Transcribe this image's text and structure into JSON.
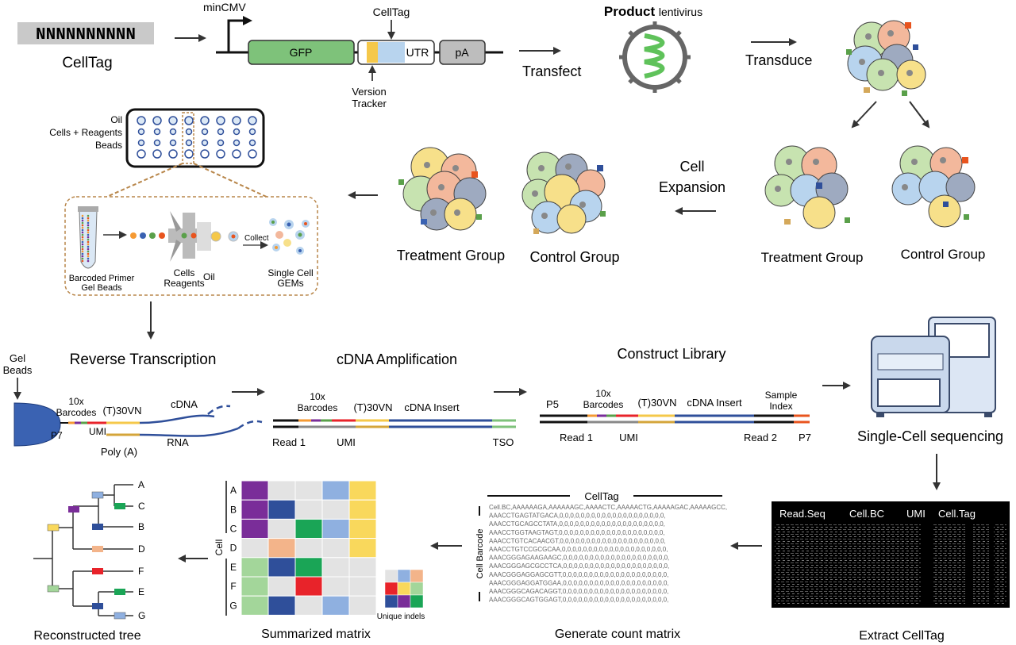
{
  "colors": {
    "gfp_green": "#7ec27a",
    "version_yellow": "#f5c84a",
    "celltag_blue": "#b8d4ee",
    "pa_gray": "#bdbdbd",
    "dashed_brown": "#b8864a",
    "bead_blue": "#3a62b2",
    "cell_blue": "#b8d4ee",
    "cell_orange": "#f3b89c",
    "cell_yellow": "#f7e08a",
    "cell_green": "#c7e3b0",
    "cell_gray": "#9eaac0",
    "matrix_purple": "#7a2d99",
    "matrix_navy": "#2f4f9a",
    "matrix_green": "#1aa556",
    "matrix_red": "#e8232a",
    "matrix_yellow": "#f9d85c",
    "matrix_lightblue": "#8fb0e0",
    "matrix_orange": "#f3b48a",
    "matrix_lightgreen": "#a3d69a",
    "matrix_empty": "#e3e3e3"
  },
  "celltag_section": {
    "barcode": "NNNNNNNNNN",
    "barcode_label": "CellTag",
    "promoter_label": "minCMV",
    "gfp_label": "GFP",
    "celltag_pointer_label": "CellTag",
    "utr_label": "UTR",
    "pa_label": "pA",
    "version_tracker_label": "Version Tracker",
    "transfect_label": "Transfect",
    "lentivirus_title_bold": "Product",
    "lentivirus_title_light": "lentivirus",
    "transduce_label": "Transduce"
  },
  "expansion_section": {
    "cell_expansion_label": "Cell Expansion",
    "treatment_group_right": "Treatment Group",
    "control_group_right": "Control Group",
    "treatment_group_left": "Treatment Group",
    "control_group_left": "Control Group"
  },
  "droplet_section": {
    "oil_label": "Oil",
    "cells_reagents_label": "Cells + Reagents",
    "beads_label": "Beads",
    "barcoded_primer_label": "Barcoded Primer Gel Beads",
    "cells_reagents_lower": "Cells Reagents",
    "oil_lower": "Oil",
    "collect_label": "Collect",
    "single_cell_gems_label": "Single Cell GEMs"
  },
  "reverse_transcription": {
    "title": "Reverse Transcription",
    "gel_beads": "Gel Beads",
    "p7": "P7",
    "barcodes": "10x Barcodes",
    "umi": "UMI",
    "polyt": "(T)30VN",
    "cdna": "cDNA",
    "rna": "RNA",
    "polya": "Poly (A)"
  },
  "cdna_amplification": {
    "title": "cDNA Amplification",
    "barcodes": "10x Barcodes",
    "polyt": "(T)30VN",
    "insert": "cDNA Insert",
    "read1": "Read 1",
    "umi": "UMI",
    "tso": "TSO"
  },
  "construct_library": {
    "title": "Construct Library",
    "p5": "P5",
    "barcodes": "10x Barcodes",
    "polyt": "(T)30VN",
    "insert": "cDNA Insert",
    "sample_index": "Sample Index",
    "read1": "Read 1",
    "umi": "UMI",
    "read2": "Read 2",
    "p7": "P7"
  },
  "sequencing": {
    "title": "Single-Cell sequencing"
  },
  "extract": {
    "headers": [
      "Read.Seq",
      "Cell.BC",
      "UMI",
      "Cell.Tag"
    ],
    "caption": "Extract CellTag"
  },
  "count_matrix": {
    "header": "CellTag",
    "row_axis_label": "Cell Barcode",
    "first_line": "Cell.BC,AAAAAAGA,AAAAAAGC,AAAACTC,AAAAACTG,AAAAAGAC,AAAAAGCC,",
    "rows": [
      "AAACCTGAGTATGACA,0,0,0,0,0,0,0,0,0,0,0,0,0,0,0,0,0,0,0,0,",
      "AAACCTGCAGCCTATA,0,0,0,0,0,0,0,0,0,0,0,0,0,0,0,0,0,0,0,0,",
      "AAACCTGGTAAGTAGT,0,0,0,0,0,0,0,0,0,0,0,0,0,0,0,0,0,0,0,0,",
      "AAACCTGTCACAACGT,0,0,0,0,0,0,0,0,0,0,0,0,0,0,0,0,0,0,0,0,",
      "AAACCTGTCCGCGCAA,0,0,0,0,0,0,0,0,0,0,0,0,0,0,0,0,0,0,0,0,",
      "AAACGGGAGAAGAAGC,0,0,0,0,0,0,0,0,0,0,0,0,0,0,0,0,0,0,0,0,",
      "AAACGGGAGCGCCTCA,0,0,0,0,0,0,0,0,0,0,0,0,0,0,0,0,0,0,0,0,",
      "AAACGGGAGGAGCGTT,0,0,0,0,0,0,0,0,0,0,0,0,0,0,0,0,0,0,0,0,",
      "AAACGGGAGGATGGAA,0,0,0,0,0,0,0,0,0,0,0,0,0,0,0,0,0,0,0,0,",
      "AAACGGGCAGACAGGT,0,0,0,0,0,0,0,0,0,0,0,0,0,0,0,0,0,0,0,0,",
      "AAACGGGCAGTGGAGT,0,0,0,0,0,0,0,0,0,0,0,0,0,0,0,0,0,0,0,0,"
    ],
    "caption": "Generate count matrix"
  },
  "summarized_matrix": {
    "row_labels": [
      "A",
      "B",
      "C",
      "D",
      "E",
      "F",
      "G"
    ],
    "axis_label": "Cell",
    "legend_label": "Unique indels",
    "caption": "Summarized matrix"
  },
  "tree": {
    "leaves": [
      "A",
      "C",
      "B",
      "D",
      "F",
      "E",
      "G"
    ],
    "caption": "Reconstructed tree"
  }
}
